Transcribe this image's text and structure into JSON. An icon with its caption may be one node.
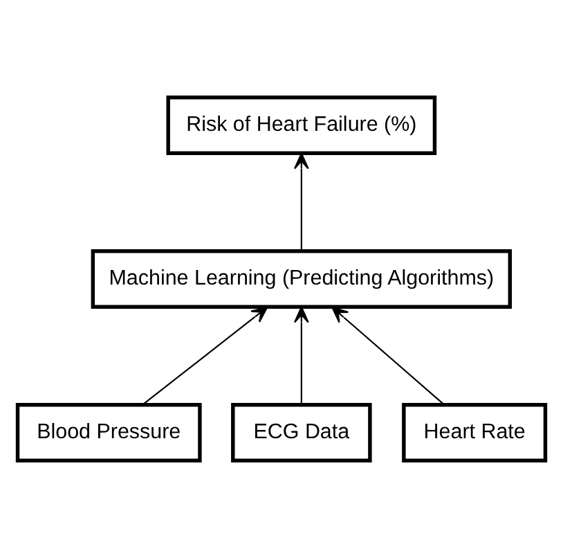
{
  "diagram": {
    "nodes": [
      {
        "text": [
          "Risk of Heart Failure (%)"
        ]
      },
      {
        "text": [
          "Machine Learning (Predicting Algorithms)"
        ]
      },
      {
        "text": [
          "Blood Pressure"
        ]
      },
      {
        "text": [
          "ECG Data"
        ]
      },
      {
        "text": [
          "Heart Rate"
        ]
      }
    ],
    "edges": [
      {
        "from": 2,
        "to": 1,
        "arrow": "to"
      },
      {
        "from": 3,
        "to": 1,
        "arrow": "to"
      },
      {
        "from": 4,
        "to": 1,
        "arrow": "to"
      },
      {
        "from": 1,
        "to": 0,
        "arrow": "to"
      }
    ]
  }
}
